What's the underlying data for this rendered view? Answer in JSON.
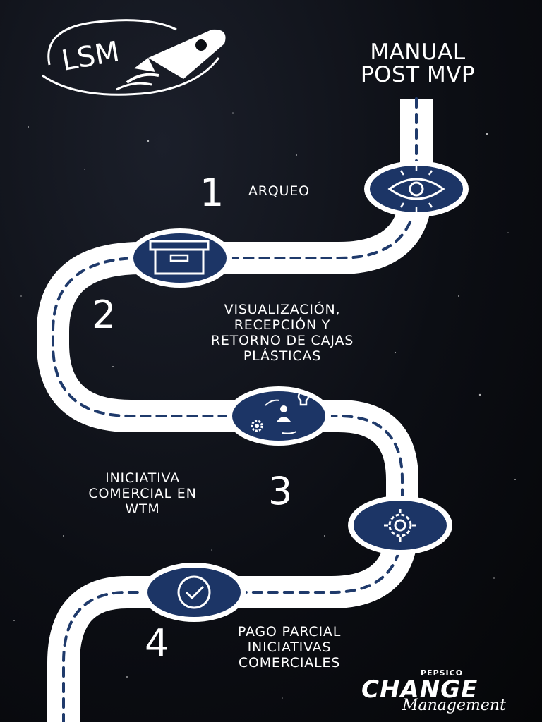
{
  "header": {
    "title_line1": "MANUAL",
    "title_line2": "POST MVP"
  },
  "logo": {
    "text": "LSM",
    "icon": "rocket-icon"
  },
  "steps": [
    {
      "number": "1",
      "label_lines": [
        "ARQUEO"
      ],
      "icon": "eye-icon"
    },
    {
      "number": "2",
      "label_lines": [
        "VISUALIZACIÓN,",
        "RECEPCIÓN Y",
        "RETORNO DE CAJAS",
        "PLÁSTICAS"
      ],
      "icon": "box-icon"
    },
    {
      "number": "3",
      "label_lines": [
        "INICIATIVA",
        "COMERCIAL EN",
        "WTM"
      ],
      "icon": "process-idea-icon"
    },
    {
      "number": "",
      "label_lines": [],
      "icon": "gear-icon"
    },
    {
      "number": "4",
      "label_lines": [
        "PAGO PARCIAL",
        "INICIATIVAS",
        "COMERCIALES"
      ],
      "icon": "check-icon"
    }
  ],
  "brand": {
    "pepsico": "PEPSICO",
    "change": "CHANGE",
    "management": "Management"
  },
  "colors": {
    "background": "#0c0e14",
    "road": "#ffffff",
    "dash": "#1f3a6b",
    "circle_fill": "#1c3566",
    "accent_text": "#ffffff"
  }
}
